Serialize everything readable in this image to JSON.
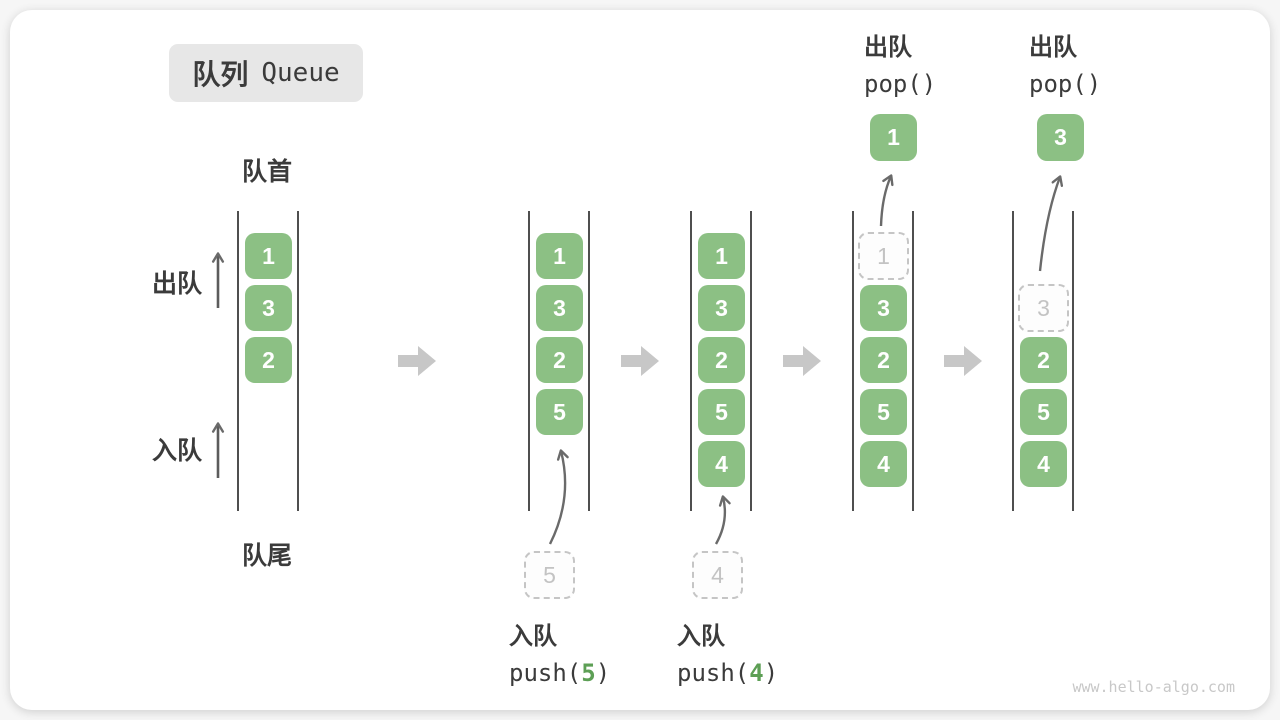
{
  "title": {
    "zh": "队列",
    "en": "Queue"
  },
  "side_labels": {
    "front": "队首",
    "rear": "队尾",
    "dequeue": "出队",
    "enqueue": "入队"
  },
  "states": [
    {
      "boxes": [
        "1",
        "3",
        "2"
      ]
    },
    {
      "boxes": [
        "1",
        "3",
        "2",
        "5"
      ],
      "pending": "5",
      "op": {
        "action": "入队",
        "code_prefix": "push(",
        "code_arg": "5",
        "code_suffix": ")"
      }
    },
    {
      "boxes": [
        "1",
        "3",
        "2",
        "5",
        "4"
      ],
      "pending": "4",
      "op": {
        "action": "入队",
        "code_prefix": "push(",
        "code_arg": "4",
        "code_suffix": ")"
      }
    },
    {
      "boxes": [
        "3",
        "2",
        "5",
        "4"
      ],
      "ghost": "1",
      "popped": "1",
      "op": {
        "action": "出队",
        "code": "pop()"
      }
    },
    {
      "boxes": [
        "2",
        "5",
        "4"
      ],
      "ghost": "3",
      "popped": "3",
      "op": {
        "action": "出队",
        "code": "pop()"
      }
    }
  ],
  "watermark": "www.hello-algo.com",
  "icons": [
    "up-arrow-icon",
    "right-block-arrow-icon",
    "curved-push-arrow-icon",
    "curved-pop-arrow-icon"
  ],
  "colors": {
    "box_green": "#8cc084",
    "box_text": "#ffffff",
    "ghost_border": "#c5c5c5",
    "ghost_text": "#c3c3c3",
    "label_dark": "#3b3b3b",
    "arrow_gray": "#6a6a6a",
    "block_arrow": "#c7c7c7",
    "accent_green": "#5d9f55",
    "watermark": "#c8c8c8",
    "title_bg": "#e7e7e7",
    "channel_line": "#4f4f4f"
  }
}
